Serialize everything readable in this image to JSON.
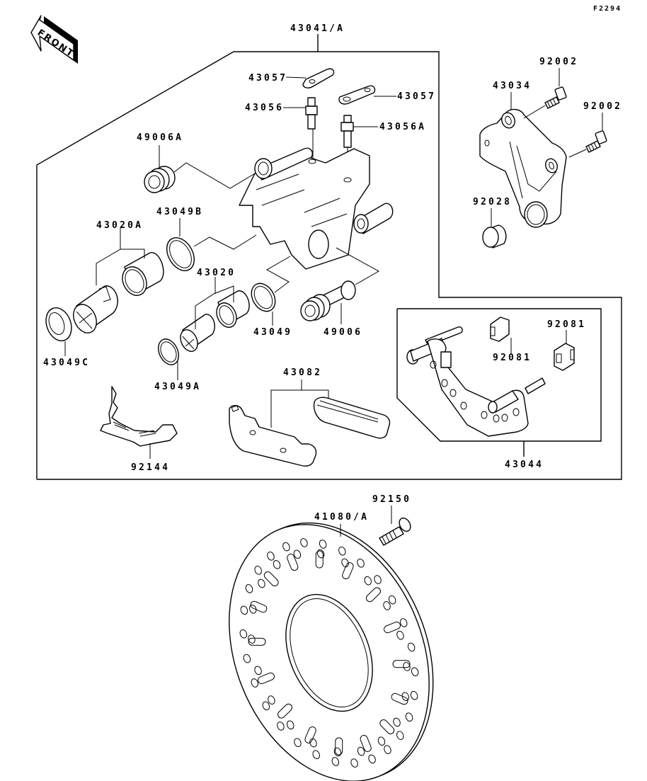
{
  "diagram": {
    "figure_code": "F2294",
    "front_indicator": "FRONT",
    "part_labels": {
      "caliper_assembly": "43041/A",
      "bleeder_cap_left": "43057",
      "bleeder_cap_right": "43057",
      "bleeder_valve_left": "43056",
      "bleeder_valve_right": "43056A",
      "pin_boot_upper": "49006A",
      "seal_43049b": "43049B",
      "piston_kit_a": "43020A",
      "piston_kit": "43020",
      "seal_43049": "43049",
      "pin_49006": "49006",
      "seal_43049c": "43049C",
      "seal_43049a": "43049A",
      "pad_set": "43082",
      "spring_92144": "92144",
      "bracket_43034": "43034",
      "bolt_92002_top": "92002",
      "bolt_92002_right": "92002",
      "bushing_92028": "92028",
      "caliper_holder": "43044",
      "shim_92081_left": "92081",
      "shim_92081_right": "92081",
      "disc": "41080/A",
      "disc_bolt": "92150"
    }
  }
}
